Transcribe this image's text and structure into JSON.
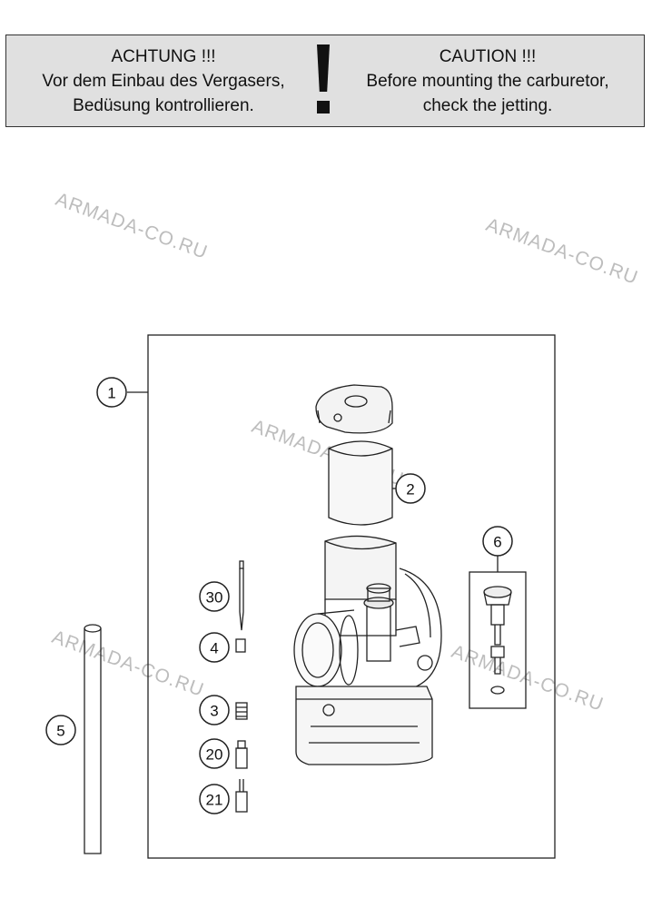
{
  "warning": {
    "de_title": "ACHTUNG !!!",
    "de_line1": "Vor dem Einbau des Vergasers,",
    "de_line2": "Bedüsung kontrollieren.",
    "en_title": "CAUTION !!!",
    "en_line1": "Before mounting the carburetor,",
    "en_line2": "check the jetting."
  },
  "watermarks": [
    "ARMADA-CO.RU",
    "ARMADA-CO.RU",
    "ARMADA-CO.RU",
    "ARMADA-CO.RU",
    "ARMADA-CO.RU"
  ],
  "callouts": {
    "c1": "1",
    "c2": "2",
    "c3": "3",
    "c4": "4",
    "c5": "5",
    "c6": "6",
    "c20": "20",
    "c21": "21",
    "c30": "30"
  },
  "colors": {
    "banner_bg": "#e0e0e0",
    "line": "#222222",
    "watermark": "#bdbdbd"
  }
}
